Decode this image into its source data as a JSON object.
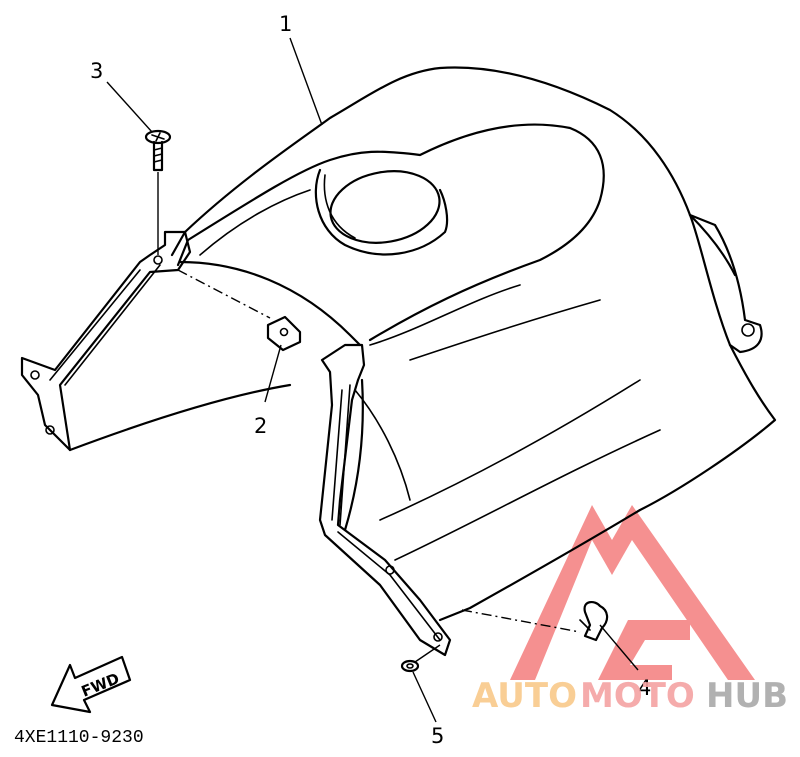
{
  "callouts": [
    {
      "id": "1",
      "label": "1"
    },
    {
      "id": "2",
      "label": "2"
    },
    {
      "id": "3",
      "label": "3"
    },
    {
      "id": "4",
      "label": "4"
    },
    {
      "id": "5",
      "label": "5"
    }
  ],
  "direction_label": "FWD",
  "diagram_code": "4XE1110-9230",
  "watermark": {
    "part1": "AUTO",
    "part2": "MOTO",
    "part3": "HUB",
    "colors": {
      "auto": "#f9c98a",
      "moto": "#f4a3a3",
      "hub": "#a9a9a9",
      "logo": "#f26b6b"
    }
  }
}
